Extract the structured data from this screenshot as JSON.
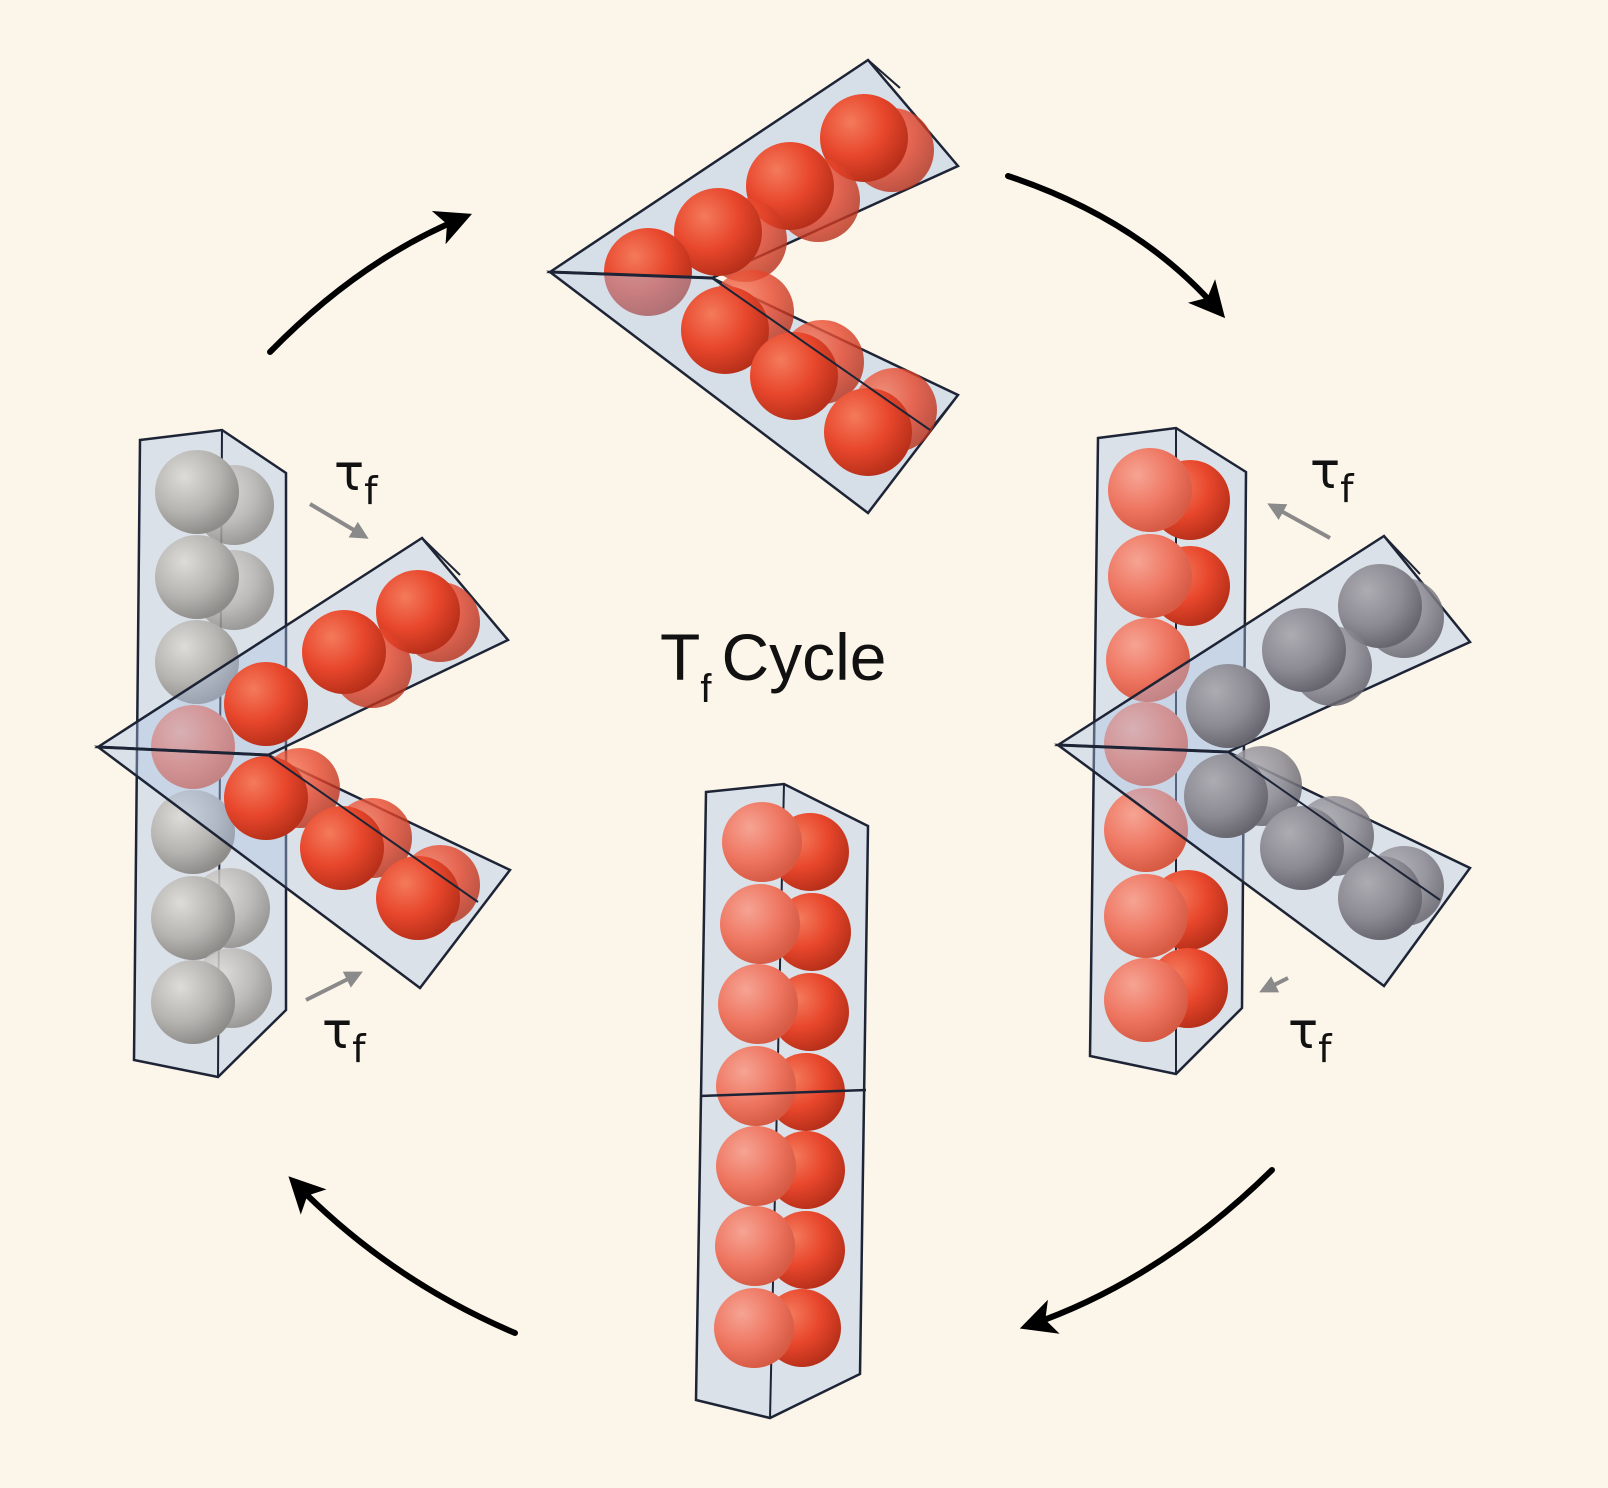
{
  "background_color": "#fcf5ea",
  "title": {
    "main": "T",
    "sub": "f",
    "rest": "Cycle"
  },
  "torque_label": {
    "symbol": "τ",
    "sub": "f"
  },
  "colors": {
    "red_sphere": "#e8472c",
    "red_sphere_faded": "#ef7a66",
    "gray_sphere": "#b6b4b1",
    "dark_gray_sphere": "#8c8a92",
    "box_fill": "#a9c3e6",
    "box_stroke": "#1d2436",
    "cycle_arrow": "#000000",
    "torque_arrow": "#8a8a8a"
  },
  "states": [
    {
      "name": "v-shape",
      "arm_colors": [
        "red",
        "red"
      ]
    },
    {
      "name": "arrow-right-gray",
      "arm_colors": [
        "gray",
        "red"
      ]
    },
    {
      "name": "straight",
      "arm_colors": [
        "red",
        "red"
      ]
    },
    {
      "name": "arrow-right-red",
      "arm_colors": [
        "red",
        "darkgray"
      ]
    }
  ]
}
